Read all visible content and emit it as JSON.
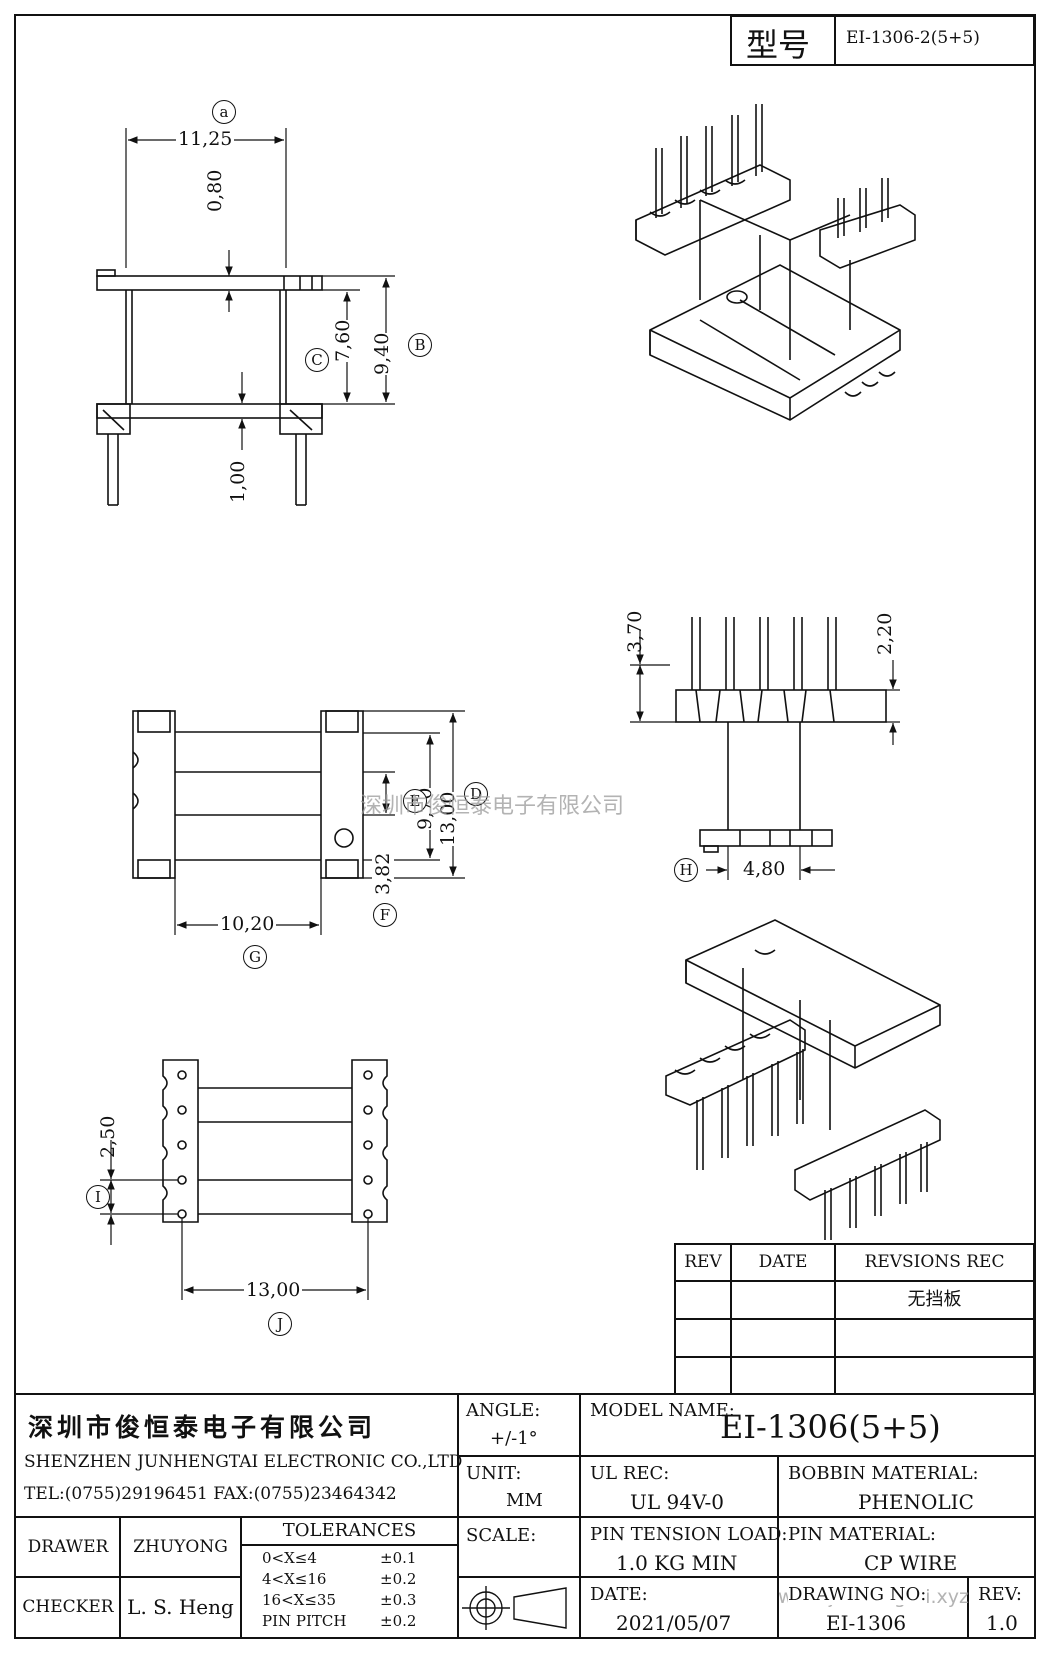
{
  "model_header": {
    "label": "型号",
    "value": "EI-1306-2(5+5)"
  },
  "views": {
    "front": {
      "dim_width": "11,25",
      "ref_width": "a",
      "dim_top_thickness": "0,80",
      "dim_window_height": "7,60",
      "ref_window_height": "C",
      "dim_total_height": "9,40",
      "ref_total_height": "B",
      "dim_bottom_thickness": "1,00"
    },
    "side": {
      "dim_pin_length": "3,70",
      "dim_flange_height": "2,20",
      "dim_base_width": "4,80",
      "ref_base_width": "H"
    },
    "top": {
      "dim_inner": "9,70",
      "ref_inner": "E",
      "dim_outer": "13,00",
      "ref_outer": "D",
      "dim_core": "3,82",
      "ref_core": "F",
      "dim_length": "10,20",
      "ref_length": "G"
    },
    "bottom": {
      "dim_pitch": "2,50",
      "ref_pitch": "I",
      "dim_row_spacing": "13,00",
      "ref_row_spacing": "J"
    }
  },
  "watermarks": {
    "company": "深圳市俊恒泰电子有限公司",
    "site": "www.junhengtai.xyz"
  },
  "revision_table": {
    "headers": [
      "REV",
      "DATE",
      "REVSIONS REC"
    ],
    "rows": [
      [
        "",
        "",
        "无挡板"
      ],
      [
        "",
        "",
        ""
      ],
      [
        "",
        "",
        ""
      ]
    ]
  },
  "title_block": {
    "company_cn": "深圳市俊恒泰电子有限公司",
    "company_en": "SHENZHEN JUNHENGTAI ELECTRONIC CO.,LTD",
    "contact": "TEL:(0755)29196451 FAX:(0755)23464342",
    "angle_label": "ANGLE:",
    "angle_value": "+/-1°",
    "unit_label": "UNIT:",
    "unit_value": "MM",
    "scale_label": "SCALE:",
    "model_label": "MODEL NAME:",
    "model_value": "EI-1306(5+5)",
    "ul_label": "UL REC:",
    "ul_value": "UL 94V-0",
    "bobbin_label": "BOBBIN MATERIAL:",
    "bobbin_value": "PHENOLIC",
    "pin_tension_label": "PIN TENSION LOAD:",
    "pin_tension_value": "1.0 KG MIN",
    "pin_material_label": "PIN MATERIAL:",
    "pin_material_value": "CP WIRE",
    "date_label": "DATE:",
    "date_value": "2021/05/07",
    "drawing_no_label": "DRAWING NO:",
    "drawing_no_value": "EI-1306",
    "rev_label": "REV:",
    "rev_value": "1.0",
    "drawer_label": "DRAWER",
    "drawer_value": "ZHUYONG",
    "checker_label": "CHECKER",
    "checker_value": "L. S. Heng",
    "tolerances_title": "TOLERANCES",
    "tolerances": [
      {
        "range": "0<X≤4",
        "value": "±0.1"
      },
      {
        "range": "4<X≤16",
        "value": "±0.2"
      },
      {
        "range": "16<X≤35",
        "value": "±0.3"
      },
      {
        "range": "PIN PITCH",
        "value": "±0.2"
      }
    ]
  }
}
